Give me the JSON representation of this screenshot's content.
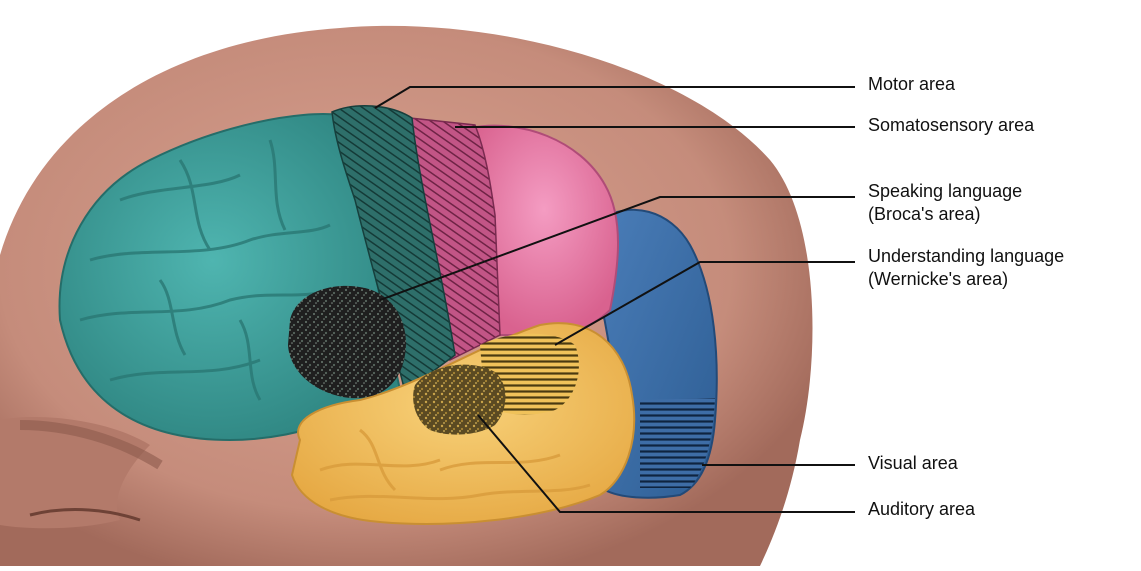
{
  "colors": {
    "head": "#c58c7b",
    "frontal": "#3e9c98",
    "motor": "#245e5a",
    "somatosensory": "#a03d6a",
    "parietal": "#e57aab",
    "occipital": "#3e6da6",
    "temporal": "#f2c35e",
    "broca": "#262626",
    "wernicke": "#5a4a1c",
    "auditory": "#6e5a2c",
    "leader_line": "#111111"
  },
  "labels": {
    "motor": "Motor area",
    "somatosensory": "Somatosensory area",
    "broca_line1": "Speaking language",
    "broca_line2": "(Broca's area)",
    "wernicke_line1": "Understanding language",
    "wernicke_line2": "(Wernicke's area)",
    "visual": "Visual area",
    "auditory": "Auditory area"
  }
}
